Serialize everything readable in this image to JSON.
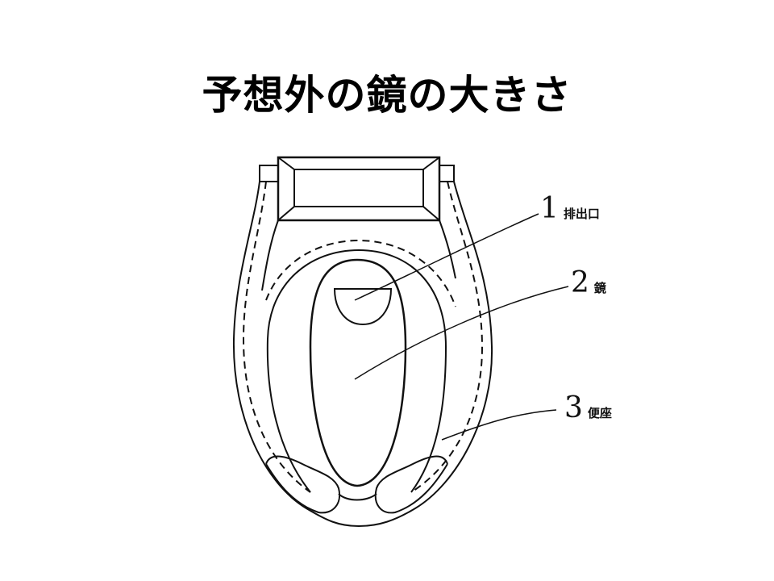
{
  "slide": {
    "title": "予想外の鏡の大きさ"
  },
  "diagram": {
    "labels": [
      {
        "number": "1",
        "text": "排出口"
      },
      {
        "number": "2",
        "text": "鏡"
      },
      {
        "number": "3",
        "text": "便座"
      }
    ],
    "line_color": "#111111"
  }
}
